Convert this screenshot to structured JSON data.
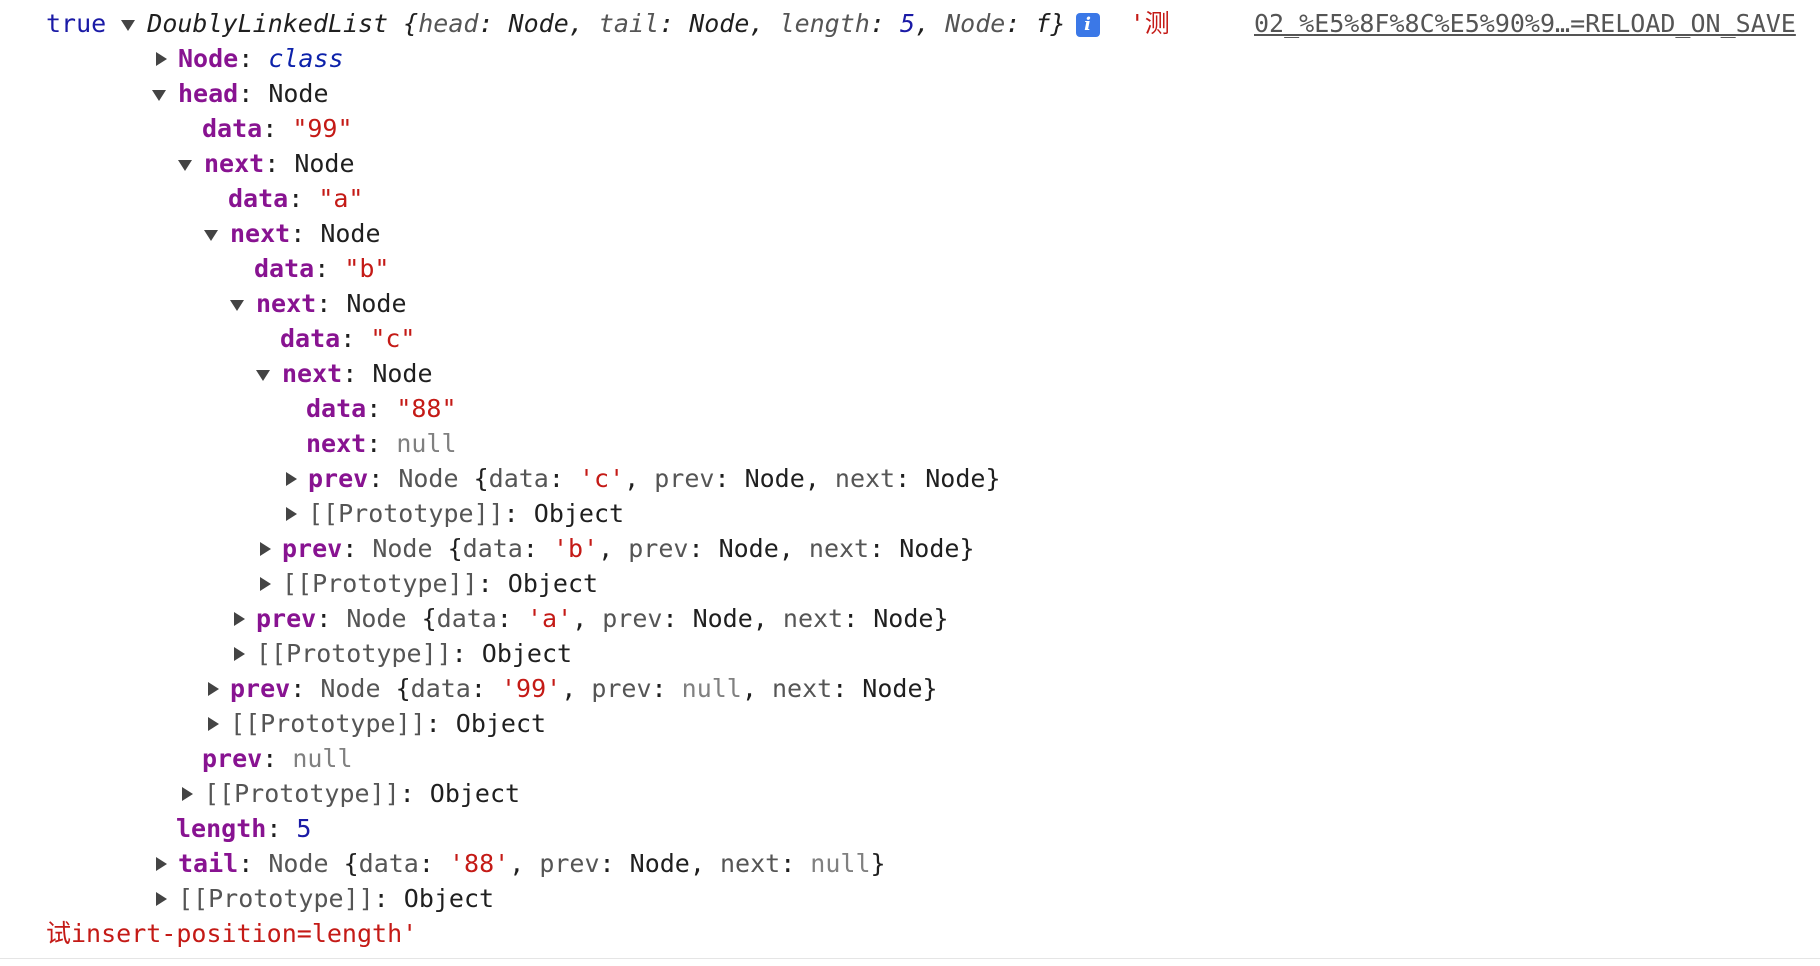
{
  "prefix": "true",
  "summary": {
    "name": "DoublyLinkedList",
    "head_key": "head",
    "tail_key": "tail",
    "length_key": "length",
    "node_key": "Node",
    "node_type": "Node",
    "length_value": "5",
    "fn": "f"
  },
  "info_icon": "i",
  "message_start": "'测",
  "message_end": "试insert-position=length'",
  "source_link": "02_%E5%8F%8C%E5%90%9…=RELOAD_ON_SAVE",
  "tree": {
    "node_class": {
      "key": "Node",
      "value": "class"
    },
    "head": {
      "key": "head",
      "type": "Node",
      "data": {
        "key": "data",
        "value": "\"99\""
      },
      "next1": {
        "key": "next",
        "type": "Node"
      },
      "data_a": {
        "key": "data",
        "value": "\"a\""
      },
      "next2": {
        "key": "next",
        "type": "Node"
      },
      "data_b": {
        "key": "data",
        "value": "\"b\""
      },
      "next3": {
        "key": "next",
        "type": "Node"
      },
      "data_c": {
        "key": "data",
        "value": "\"c\""
      },
      "next4": {
        "key": "next",
        "type": "Node"
      },
      "data_88": {
        "key": "data",
        "value": "\"88\""
      },
      "next_null": {
        "key": "next",
        "value": "null"
      },
      "prev_c": {
        "key": "prev",
        "type": "Node",
        "data_key": "data",
        "data_value": "'c'",
        "prev_key": "prev",
        "prev_value": "Node",
        "next_key": "next",
        "next_value": "Node"
      },
      "proto_4": {
        "label": "[[Prototype]]",
        "value": "Object"
      },
      "prev_b": {
        "key": "prev",
        "type": "Node",
        "data_key": "data",
        "data_value": "'b'",
        "prev_key": "prev",
        "prev_value": "Node",
        "next_key": "next",
        "next_value": "Node"
      },
      "proto_3": {
        "label": "[[Prototype]]",
        "value": "Object"
      },
      "prev_a": {
        "key": "prev",
        "type": "Node",
        "data_key": "data",
        "data_value": "'a'",
        "prev_key": "prev",
        "prev_value": "Node",
        "next_key": "next",
        "next_value": "Node"
      },
      "proto_2": {
        "label": "[[Prototype]]",
        "value": "Object"
      },
      "prev_99": {
        "key": "prev",
        "type": "Node",
        "data_key": "data",
        "data_value": "'99'",
        "prev_key": "prev",
        "prev_value": "null",
        "next_key": "next",
        "next_value": "Node"
      },
      "proto_1": {
        "label": "[[Prototype]]",
        "value": "Object"
      },
      "prev_null": {
        "key": "prev",
        "value": "null"
      },
      "proto_0": {
        "label": "[[Prototype]]",
        "value": "Object"
      }
    },
    "length": {
      "key": "length",
      "value": "5"
    },
    "tail": {
      "key": "tail",
      "type": "Node",
      "data_key": "data",
      "data_value": "'88'",
      "prev_key": "prev",
      "prev_value": "Node",
      "next_key": "next",
      "next_value": "null"
    },
    "proto_root": {
      "label": "[[Prototype]]",
      "value": "Object"
    }
  }
}
